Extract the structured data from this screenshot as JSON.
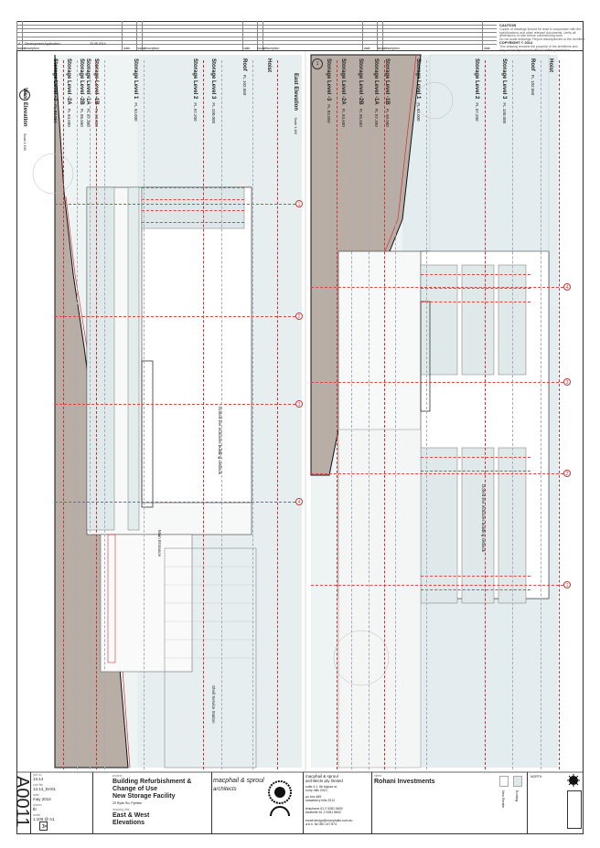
{
  "revision_table": {
    "headers": [
      "issue",
      "description",
      "date",
      "issue",
      "description",
      "date",
      "issue",
      "description",
      "date",
      "issue",
      "description",
      "date"
    ],
    "row": {
      "issue": "A",
      "description": "Development Application",
      "date": "20.08.2014"
    }
  },
  "caution": {
    "title": "CAUTION",
    "lines": [
      "Copies of drawings should be read in conjunction with the",
      "specifications and other relevant documents. Verify all",
      "dimensions on site before commencing work.",
      "Do not scale drawings. Report discrepancies to the architect."
    ],
    "copyright_title": "COPYRIGHT © 2014",
    "copyright_lines": [
      "This drawing remains the property of the architects and",
      "may not be reproduced without written permission."
    ]
  },
  "west_elevation": {
    "title": "West Elevation",
    "scale": "Scale 1:100",
    "callout": "2",
    "levels": [
      {
        "name": "Hoist",
        "rl": ""
      },
      {
        "name": "Roof",
        "rl": "FL 102.550"
      },
      {
        "name": "Storage Level 3",
        "rl": "FL 100.000"
      },
      {
        "name": "Storage Level 2",
        "rl": "FL 97.200"
      },
      {
        "name": "Storage Level 1",
        "rl": "FL 93.000"
      },
      {
        "name": "Storage Level -1B",
        "rl": "FL 90.000"
      },
      {
        "name": "Storage Level -1A",
        "rl": "FL 87.300"
      },
      {
        "name": "Storage Level -2B",
        "rl": "FL 85.550"
      },
      {
        "name": "Storage Level -2A",
        "rl": "FL 84.600"
      },
      {
        "name": "Storage Level -3",
        "rl": "FL 83.050"
      }
    ],
    "grid": [
      "1",
      "2",
      "3",
      "4"
    ],
    "outline_note": "Dotted line indicates building setback",
    "main_entrance": "Main Entrance",
    "station_label": "Shell Service Station"
  },
  "east_elevation": {
    "title": "East Elevation",
    "scale": "Scale 1:100",
    "callout": "1",
    "levels": [
      {
        "name": "Hoist",
        "rl": ""
      },
      {
        "name": "Roof",
        "rl": "FL 102.550"
      },
      {
        "name": "Storage Level 3",
        "rl": "FL 100.000"
      },
      {
        "name": "Storage Level 2",
        "rl": "FL 97.200"
      },
      {
        "name": "Storage Level 1",
        "rl": "FL 93.000"
      },
      {
        "name": "Storage Level -1B",
        "rl": "FL 90.000"
      },
      {
        "name": "Storage Level -1A",
        "rl": "FL 87.300"
      },
      {
        "name": "Storage Level -2B",
        "rl": "FL 85.550"
      },
      {
        "name": "Storage Level -2A",
        "rl": "FL 84.600"
      },
      {
        "name": "Storage Level -3",
        "rl": "FL 83.050"
      }
    ],
    "grid": [
      "4",
      "3",
      "2",
      "1"
    ],
    "outline_note": "Dotted line indicates building setback"
  },
  "title_block": {
    "drawing_no": "A0011",
    "revision": "A",
    "job_no_label": "job no",
    "job_no": "13.14",
    "cad_file_label": "cad file",
    "cad_file": "13.14_DA01",
    "date_label": "date",
    "date": "may 2014",
    "drawn_label": "drawn",
    "drawn": "tlc",
    "scale_label": "scale",
    "scale": "1:100 @ A1",
    "project_label": "project",
    "project_lines": [
      "Building Refurbishment &",
      "Change of Use",
      "New Storage Facility"
    ],
    "address": "20 Ryde Rd, Pymble",
    "drawing_title_label": "drawing title",
    "drawing_title_lines": [
      "East & West",
      "Elevations"
    ],
    "firm_logo": "macphail & sproul",
    "firm_logo_sub": "architects",
    "firm_name": "macphail & sproul",
    "firm_name2": "architects pty limited",
    "firm_address": [
      "suite 4.1, 6b kippax st,",
      "surry hills     2010"
    ],
    "firm_po": [
      "po box 489",
      "strawberry hills    2012"
    ],
    "telephone": "telephone    61 2 9281 5600",
    "facsimile": "facsimile       61 2 9281 5602",
    "email": "email  design@macphails.com.au",
    "abn": "a.b.n.              64 050 147 874",
    "client_label": "client",
    "client": "Rohani Investments",
    "legend": [
      "New Render",
      "Existing"
    ],
    "north": "NORTH"
  }
}
